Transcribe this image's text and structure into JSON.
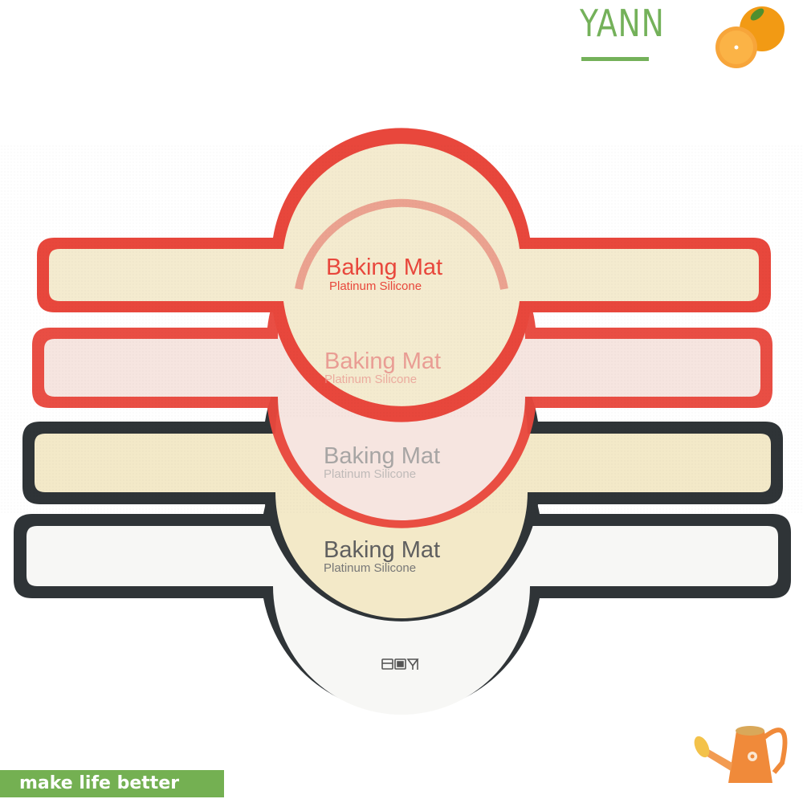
{
  "brand": {
    "name": "YANN",
    "icon": "orange-fruit-icon",
    "color": "#74b15a"
  },
  "product": {
    "mats": [
      {
        "id": 1,
        "border_color": "#e8473c",
        "fill_color": "#f4ebcf",
        "title": "Baking Mat",
        "subtitle": "Platinum Silicone"
      },
      {
        "id": 2,
        "border_color": "#e8473c",
        "fill_color": "#f7f6f2",
        "title": "Baking Mat",
        "subtitle": "Platinum Silicone"
      },
      {
        "id": 3,
        "border_color": "#2f3437",
        "fill_color": "#f3e9c8",
        "title": "Baking Mat",
        "subtitle": "Platinum Silicone"
      },
      {
        "id": 4,
        "border_color": "#2f3437",
        "fill_color": "#f7f7f5",
        "title": "Baking Mat",
        "subtitle": "Platinum Silicone"
      }
    ],
    "safety_icons": "oven-fridge-food-safe-icons"
  },
  "slogan": {
    "text": "make life better",
    "bg_color": "#74b052"
  },
  "decor": {
    "icon": "watering-can-icon"
  }
}
